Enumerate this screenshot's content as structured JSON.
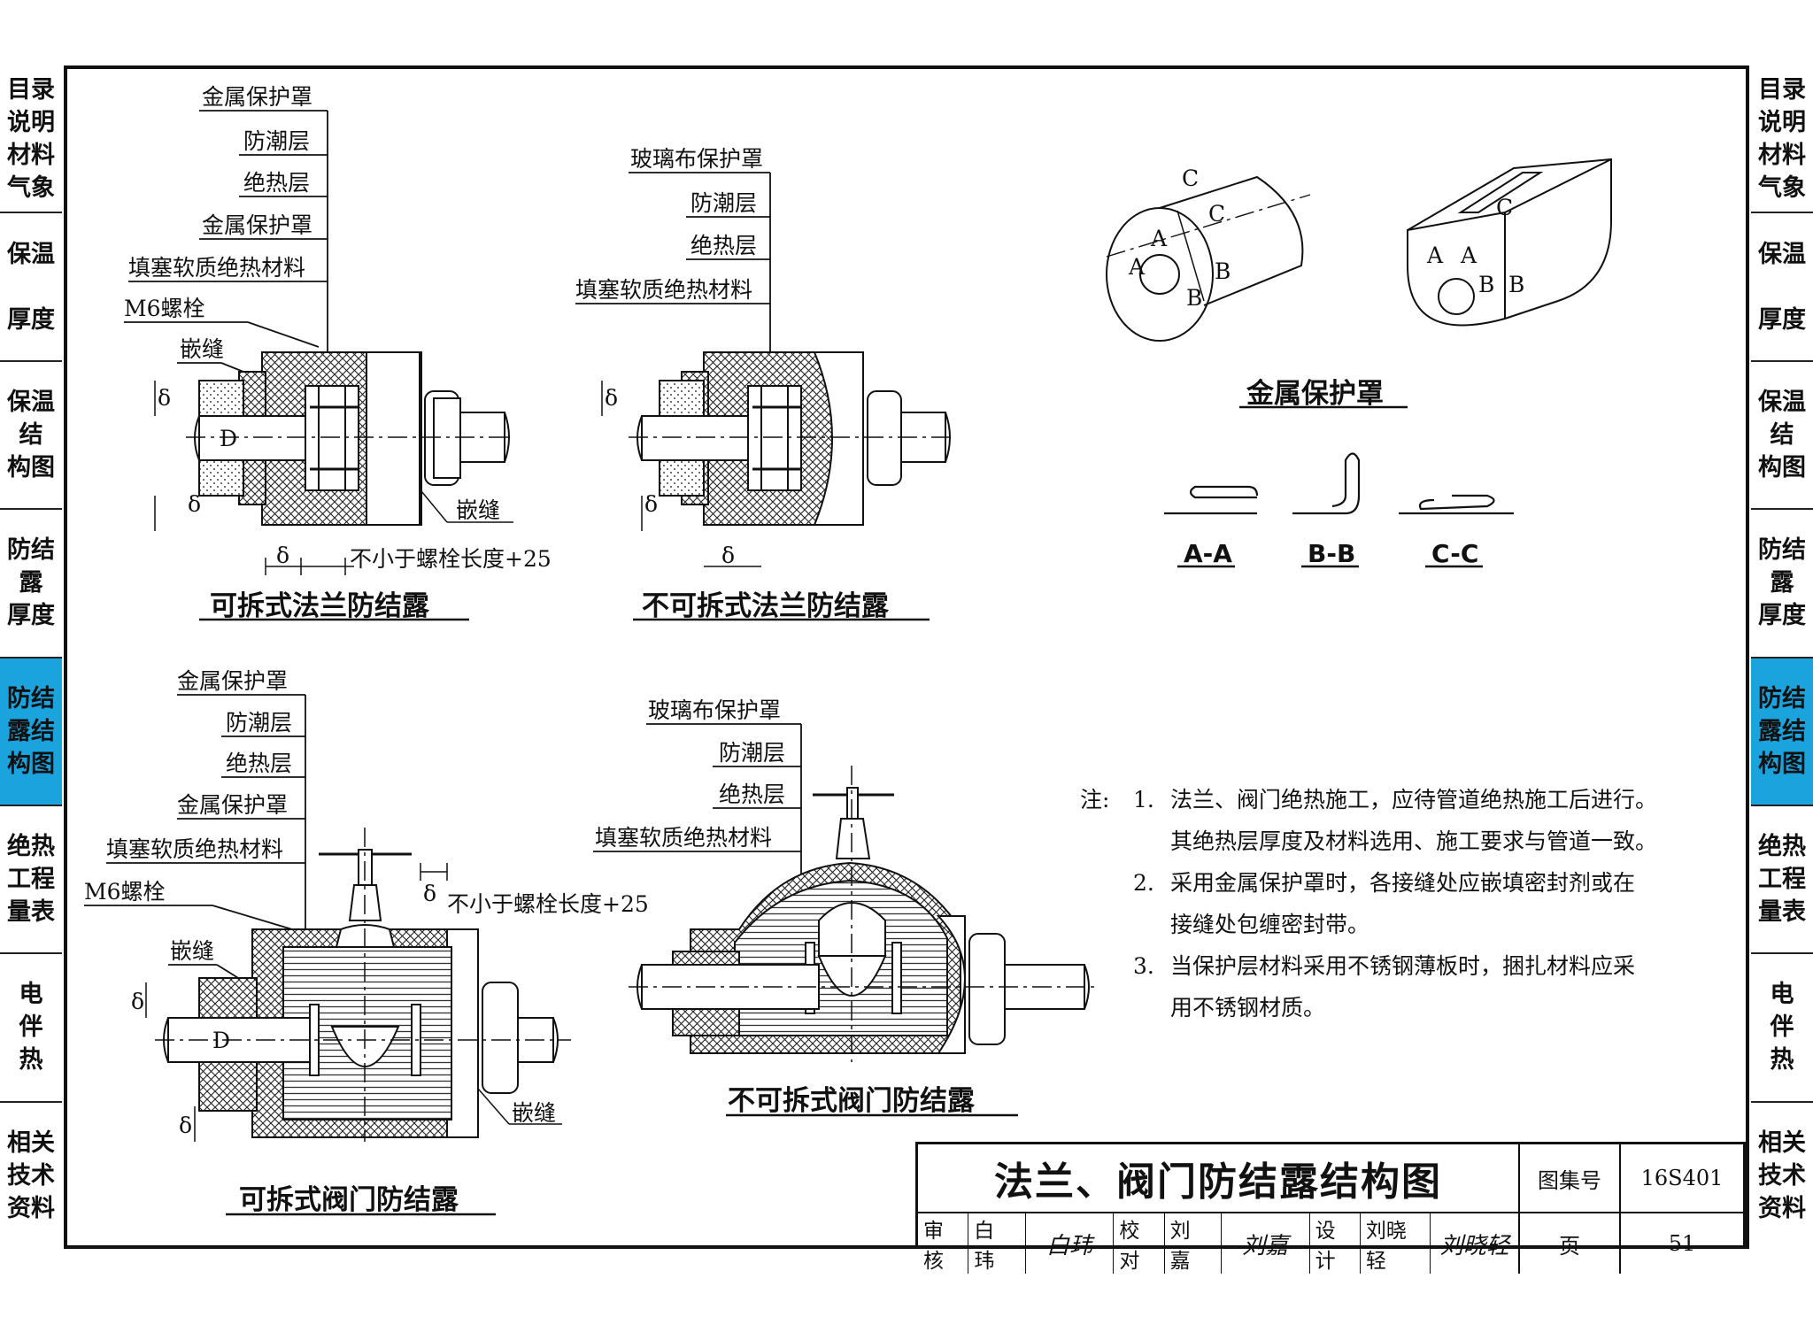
{
  "nav_tabs": [
    {
      "label": "目录\n说明\n材料\n气象",
      "active": false
    },
    {
      "label": "保温\n\n厚度",
      "active": false
    },
    {
      "label": "保温\n结\n构图",
      "active": false
    },
    {
      "label": "防结\n露\n厚度",
      "active": false
    },
    {
      "label": "防结\n露结\n构图",
      "active": true
    },
    {
      "label": "绝热\n工程\n量表",
      "active": false
    },
    {
      "label": "电\n伴\n热",
      "active": false
    },
    {
      "label": "相关\n技术\n资料",
      "active": false
    }
  ],
  "accent_color": "#1aa3dd",
  "fig1": {
    "labels": [
      "金属保护罩",
      "防潮层",
      "绝热层",
      "金属保护罩",
      "填塞软质绝热材料",
      "M6螺栓",
      "嵌缝"
    ],
    "right_label": "嵌缝",
    "delta": "δ",
    "d": "D",
    "dim_note": "不小于螺栓长度+25",
    "caption": "可拆式法兰防结露"
  },
  "fig2": {
    "labels": [
      "玻璃布保护罩",
      "防潮层",
      "绝热层",
      "填塞软质绝热材料"
    ],
    "delta": "δ",
    "caption": "不可拆式法兰防结露"
  },
  "fig3": {
    "cover_caption": "金属保护罩",
    "marks": [
      "C",
      "C",
      "A",
      "A",
      "B",
      "B"
    ],
    "sections": [
      "A-A",
      "B-B",
      "C-C"
    ]
  },
  "fig4": {
    "labels": [
      "金属保护罩",
      "防潮层",
      "绝热层",
      "金属保护罩",
      "填塞软质绝热材料",
      "M6螺栓",
      "嵌缝"
    ],
    "right_label": "嵌缝",
    "delta": "δ",
    "d": "D",
    "dim_note": "不小于螺栓长度+25",
    "caption": "可拆式阀门防结露"
  },
  "fig5": {
    "labels": [
      "玻璃布保护罩",
      "防潮层",
      "绝热层",
      "填塞软质绝热材料"
    ],
    "caption": "不可拆式阀门防结露"
  },
  "notes": {
    "prefix": "注:",
    "items": [
      {
        "num": "1.",
        "lines": [
          "法兰、阀门绝热施工，应待管道绝热施工后进行。",
          "其绝热层厚度及材料选用、施工要求与管道一致。"
        ]
      },
      {
        "num": "2.",
        "lines": [
          "采用金属保护罩时，各接缝处应嵌填密封剂或在",
          "接缝处包缠密封带。"
        ]
      },
      {
        "num": "3.",
        "lines": [
          "当保护层材料采用不锈钢薄板时，捆扎材料应采",
          "用不锈钢材质。"
        ]
      }
    ]
  },
  "title_block": {
    "title": "法兰、阀门防结露结构图",
    "atlas_label": "图集号",
    "atlas_no": "16S401",
    "review_label": "审核",
    "reviewer": "白 玮",
    "reviewer_sig": "白玮",
    "check_label": "校对",
    "checker": "刘 嘉",
    "checker_sig": "刘嘉",
    "design_label": "设计",
    "designer": "刘晓轻",
    "designer_sig": "刘晓轻",
    "page_label": "页",
    "page_no": "51"
  }
}
